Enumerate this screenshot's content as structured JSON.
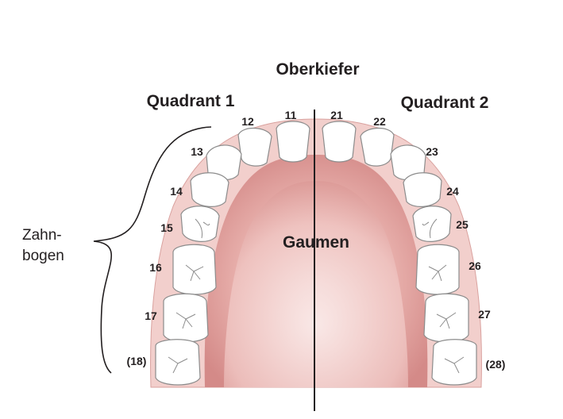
{
  "title": "Oberkiefer",
  "quadrant_left": "Quadrant 1",
  "quadrant_right": "Quadrant 2",
  "palate_label": "Gaumen",
  "arch_label_line1": "Zahn-",
  "arch_label_line2": "bogen",
  "teeth_left": [
    "11",
    "12",
    "13",
    "14",
    "15",
    "16",
    "17",
    "(18)"
  ],
  "teeth_right": [
    "21",
    "22",
    "23",
    "24",
    "25",
    "26",
    "27",
    "(28)"
  ],
  "colors": {
    "gum_outer": "#e8b9b5",
    "palate_center": "#c9787a",
    "text": "#231f20"
  }
}
